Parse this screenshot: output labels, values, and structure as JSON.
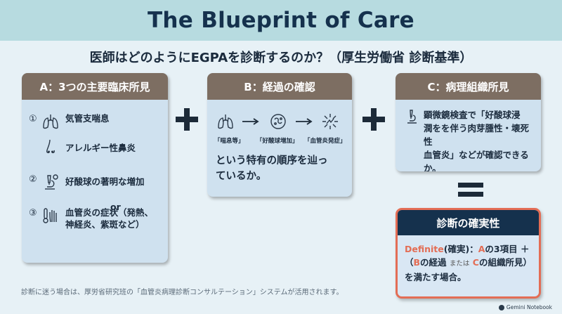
{
  "title": "The Blueprint of Care",
  "subtitle": "医師はどのようにEGPAを診断するのか？（厚生労働省 診断基準）",
  "card_a": {
    "header": "A：3つの主要臨床所見",
    "items": [
      {
        "num": "①",
        "line1": "気管支喘息",
        "line2": "アレルギー性鼻炎"
      },
      {
        "num": "②",
        "line1": "好酸球の著明な増加"
      },
      {
        "num": "③",
        "line1": "血管炎の症状（発熱、",
        "line2": "神経炎、紫斑など）"
      }
    ],
    "or_text": "or"
  },
  "card_b": {
    "header": "B：経過の確認",
    "flow": [
      "「喘息等」",
      "「好酸球増加」",
      "「血管炎発症」"
    ],
    "text_line1": "という特有の順序を辿っ",
    "text_line2": "ているか。"
  },
  "card_c": {
    "header": "C：病理組織所見",
    "line1": "顕微鏡検査で「好酸球浸",
    "line2": "潤をを伴う肉芽腫性・壊死性",
    "line3": "血管炎」などが確認できるか。"
  },
  "certainty": {
    "header": "診断の確実性",
    "definite": "Definite",
    "definite_jp": "(確実)：",
    "a_letter": "A",
    "a_text": "の3項目 ＋",
    "open_paren": "（",
    "b_letter": "B",
    "b_text": "の経過",
    "or_small": "または",
    "c_letter": "C",
    "c_text": "の組織所見）",
    "last_line": "を満たす場合。"
  },
  "footer": "診断に迷う場合は、厚労省研究班の「血管炎病理診断コンサルテーション」システムが活用されます。",
  "brand": "Gemini Notebook",
  "colors": {
    "banner": "#b7dbe0",
    "card": "#cfe1ef",
    "card_header": "#7d6e62",
    "accent": "#e36d55",
    "navy": "#15314d"
  }
}
